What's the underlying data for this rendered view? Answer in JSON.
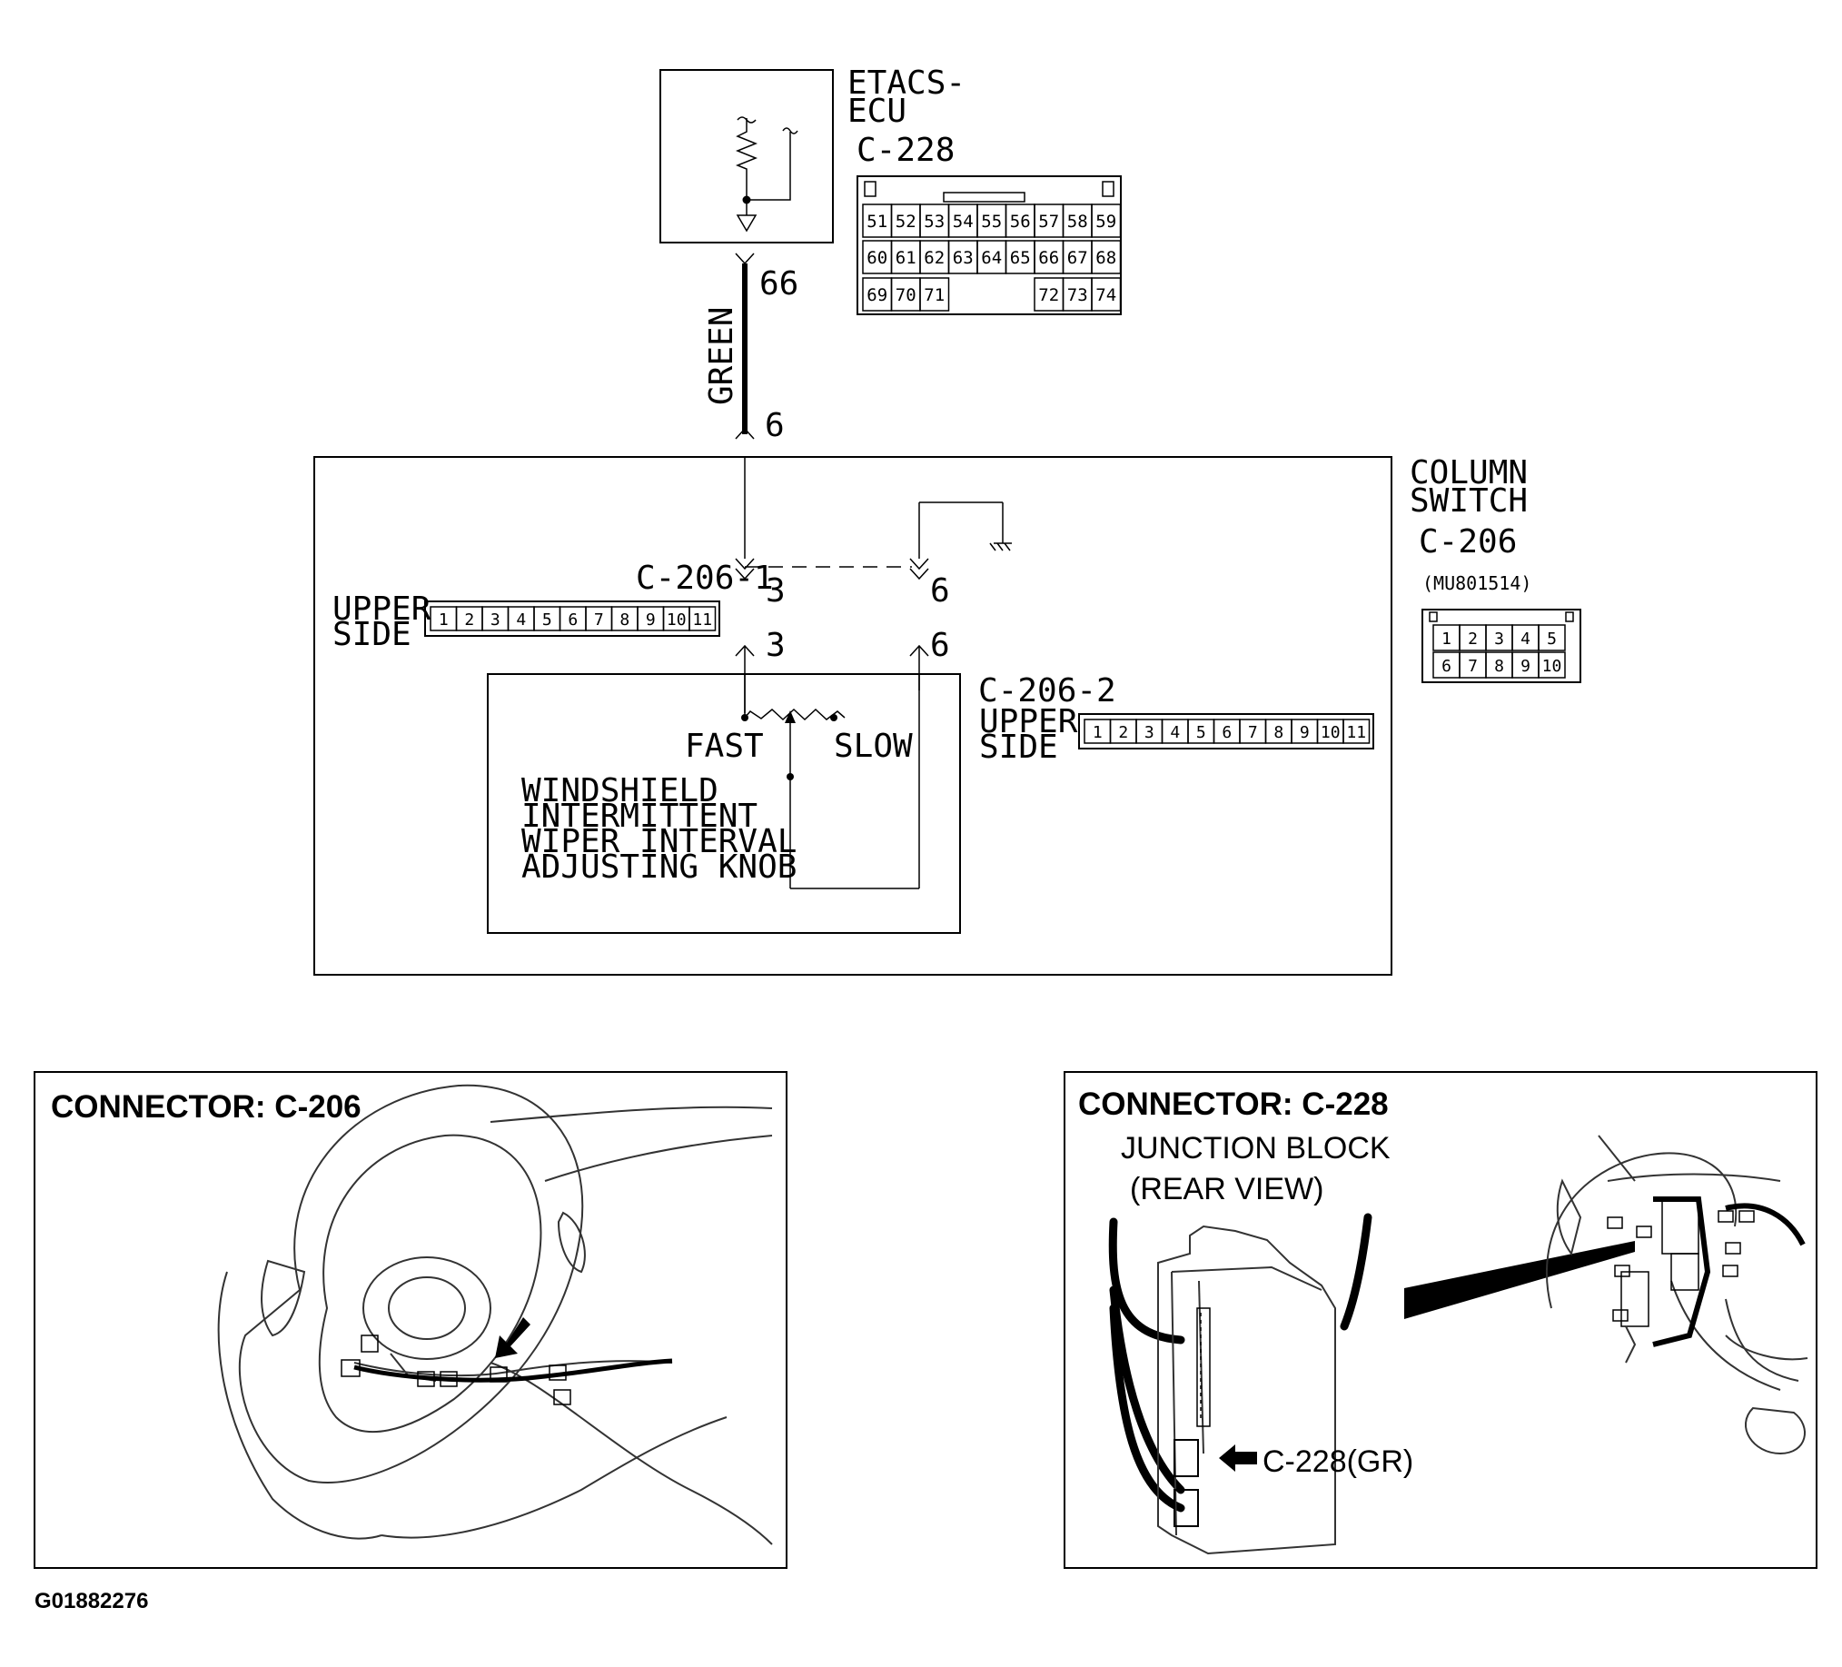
{
  "ecu": {
    "name_line1": "ETACS-",
    "name_line2": "ECU",
    "connector": "C-228",
    "pin_out": "66",
    "connector_pins": {
      "row1": [
        "51",
        "52",
        "53",
        "54",
        "55",
        "56",
        "57",
        "58",
        "59"
      ],
      "row2": [
        "60",
        "61",
        "62",
        "63",
        "64",
        "65",
        "66",
        "67",
        "68"
      ],
      "row3_left": [
        "69",
        "70",
        "71"
      ],
      "row3_right": [
        "72",
        "73",
        "74"
      ]
    }
  },
  "wire": {
    "color_label": "GREEN",
    "pin_in": "6"
  },
  "column_switch": {
    "name_line1": "COLUMN",
    "name_line2": "SWITCH",
    "connector": "C-206",
    "part_number": "(MU801514)",
    "pins": {
      "row1": [
        "1",
        "2",
        "3",
        "4",
        "5"
      ],
      "row2": [
        "6",
        "7",
        "8",
        "9",
        "10"
      ]
    },
    "sub_connector_1": {
      "name": "C-206-1",
      "upper_label_line1": "UPPER",
      "upper_label_line2": "SIDE",
      "pins": [
        "1",
        "2",
        "3",
        "4",
        "5",
        "6",
        "7",
        "8",
        "9",
        "10",
        "11"
      ]
    },
    "sub_connector_2": {
      "name": "C-206-2",
      "upper_label_line1": "UPPER",
      "upper_label_line2": "SIDE",
      "pins": [
        "1",
        "2",
        "3",
        "4",
        "5",
        "6",
        "7",
        "8",
        "9",
        "10",
        "11"
      ]
    },
    "pin_numbers": {
      "left_top": "3",
      "left_bottom": "3",
      "right_top": "6",
      "right_bottom": "6"
    }
  },
  "knob": {
    "fast_label": "FAST",
    "slow_label": "SLOW",
    "name_lines": [
      "WINDSHIELD",
      "INTERMITTENT",
      "WIPER INTERVAL",
      "ADJUSTING KNOB"
    ]
  },
  "panel_left": {
    "title": "CONNECTOR: C-206"
  },
  "panel_right": {
    "title": "CONNECTOR: C-228",
    "subtitle_line1": "JUNCTION BLOCK",
    "subtitle_line2": "(REAR VIEW)",
    "callout": "C-228(GR)"
  },
  "figure_id": "G01882276"
}
